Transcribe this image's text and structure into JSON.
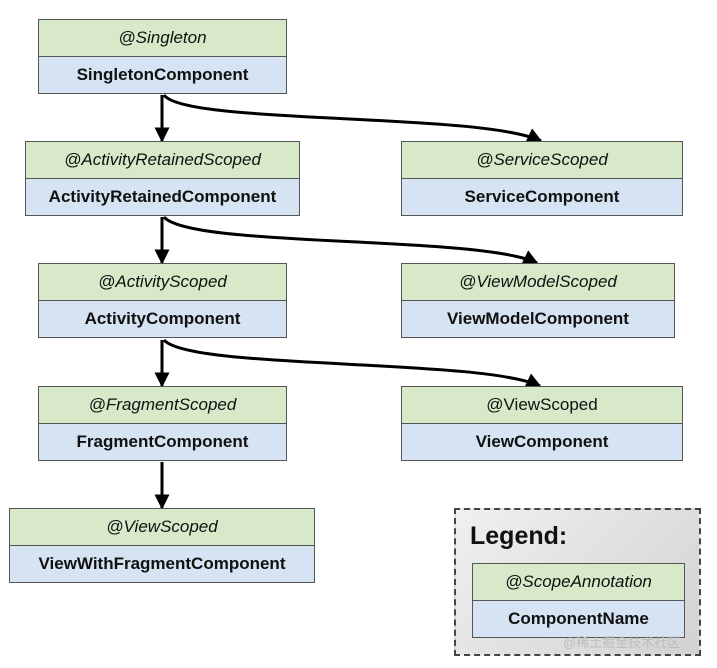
{
  "nodes": {
    "singleton": {
      "scope": "@Singleton",
      "component": "SingletonComponent"
    },
    "activity_retained": {
      "scope": "@ActivityRetainedScoped",
      "component": "ActivityRetainedComponent"
    },
    "service": {
      "scope": "@ServiceScoped",
      "component": "ServiceComponent"
    },
    "activity": {
      "scope": "@ActivityScoped",
      "component": "ActivityComponent"
    },
    "view_model": {
      "scope": "@ViewModelScoped",
      "component": "ViewModelComponent"
    },
    "fragment": {
      "scope": "@FragmentScoped",
      "component": "FragmentComponent"
    },
    "view": {
      "scope": "@ViewScoped",
      "component": "ViewComponent"
    },
    "view_with_fragment": {
      "scope": "@ViewScoped",
      "component": "ViewWithFragmentComponent"
    }
  },
  "edges": [
    [
      "singleton",
      "activity_retained"
    ],
    [
      "singleton",
      "service"
    ],
    [
      "activity_retained",
      "activity"
    ],
    [
      "activity_retained",
      "view_model"
    ],
    [
      "activity",
      "fragment"
    ],
    [
      "activity",
      "view"
    ],
    [
      "fragment",
      "view_with_fragment"
    ]
  ],
  "legend": {
    "title": "Legend:",
    "scope": "@ScopeAnnotation",
    "component": "ComponentName"
  },
  "watermark": "@稀土掘金技术社区",
  "colors": {
    "scope_fill": "#d7e9c9",
    "component_fill": "#d5e3f3",
    "border": "#555555",
    "arrow": "#000000"
  }
}
